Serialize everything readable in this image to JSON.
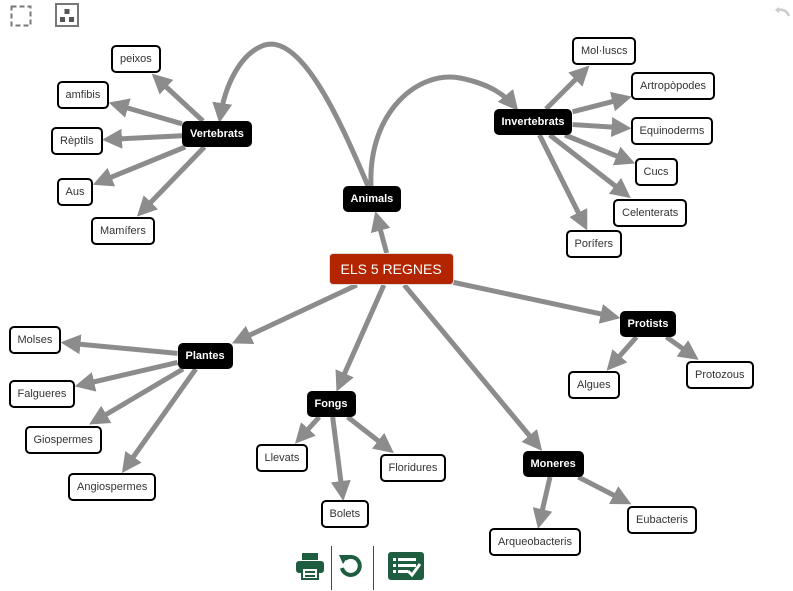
{
  "toolbar_top": {
    "selection_icon": "dashed-selection-icon",
    "layout_icon": "auto-layout-icon",
    "undo_icon": "undo-arrow-icon"
  },
  "map": {
    "root": "ELS 5 REGNES",
    "categories": {
      "animals": "Animals",
      "vertebrats": "Vertebrats",
      "invertebrats": "Invertebrats",
      "plantes": "Plantes",
      "fongs": "Fongs",
      "protists": "Protists",
      "moneres": "Moneres"
    },
    "leaves": {
      "peixos": "peixos",
      "amfibis": "amfibis",
      "reptils": "Rèptils",
      "aus": "Aus",
      "mamifers": "Mamífers",
      "molluscs": "Mol·luscs",
      "artropodes": "Artropòpodes",
      "equinoderms": "Equinoderms",
      "cucs": "Cucs",
      "celenterats": "Celenterats",
      "porifers": "Porífers",
      "molses": "Molses",
      "falgueres": "Falgueres",
      "giospermes": "Giospermes",
      "angiospermes": "Angiospermes",
      "llevats": "Llevats",
      "bolets": "Bolets",
      "floridures": "Floridures",
      "algues": "Algues",
      "protozous": "Protozous",
      "arqueobacteris": "Arqueobacteris",
      "eubacteris": "Eubacteris"
    }
  },
  "toolbar_bottom": {
    "print_icon": "printer-icon",
    "reset_icon": "reset-icon",
    "check_icon": "checklist-icon"
  },
  "colors": {
    "root": "#b32400",
    "category": "#000000",
    "edge": "#8c8c8c",
    "toolbar": "#1e5d3f"
  }
}
